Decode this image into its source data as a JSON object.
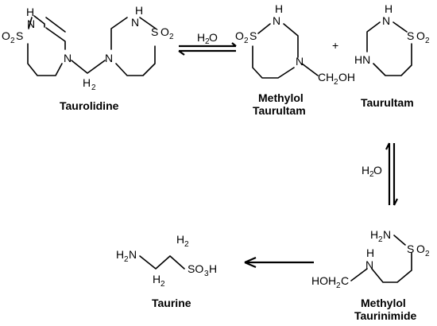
{
  "compounds": {
    "taurolidine": {
      "name": "Taurolidine",
      "atoms": {
        "n1": "N",
        "h1": "H",
        "s1": "S",
        "o2a": "O",
        "o2a_sub": "2",
        "n2": "N",
        "n3": "N",
        "h3": "H",
        "s2": "S",
        "o2b": "O",
        "o2b_sub": "2",
        "n4": "N",
        "ch2": "H",
        "ch2_sub": "2"
      }
    },
    "methylol_taurultam": {
      "name_line1": "Methylol",
      "name_line2": "Taurultam",
      "atoms": {
        "h": "H",
        "n_top": "N",
        "o2": "O",
        "o2_sub": "2",
        "s": "S",
        "n_ring": "N",
        "ch2oh": "CH",
        "ch2oh_sub": "2",
        "ch2oh_tail": "OH"
      }
    },
    "taurultam": {
      "name": "Taurultam",
      "atoms": {
        "h": "H",
        "n_top": "N",
        "s": "S",
        "o2": "O",
        "o2_sub": "2",
        "hn": "HN"
      }
    },
    "methylol_taurinimide": {
      "name_line1": "Methylol",
      "name_line2": "Taurinimide",
      "atoms": {
        "h2n": "H",
        "h2n_sub": "2",
        "h2n_tail": "N",
        "s": "S",
        "o2": "O",
        "o2_sub": "2",
        "h": "H",
        "n": "N",
        "hoh2c": "HOH",
        "hoh2c_sub": "2",
        "hoh2c_tail": "C"
      }
    },
    "taurine": {
      "name": "Taurine",
      "atoms": {
        "h2n": "H",
        "h2n_sub": "2",
        "h2n_tail": "N",
        "h2top": "H",
        "h2top_sub": "2",
        "h2bot": "H",
        "h2bot_sub": "2",
        "so3h": "SO",
        "so3h_sub": "3",
        "so3h_tail": "H"
      }
    }
  },
  "reactions": {
    "plus": "+",
    "reagent1": "H",
    "reagent1_sub": "2",
    "reagent1_tail": "O",
    "reagent2": "H",
    "reagent2_sub": "2",
    "reagent2_tail": "O"
  }
}
